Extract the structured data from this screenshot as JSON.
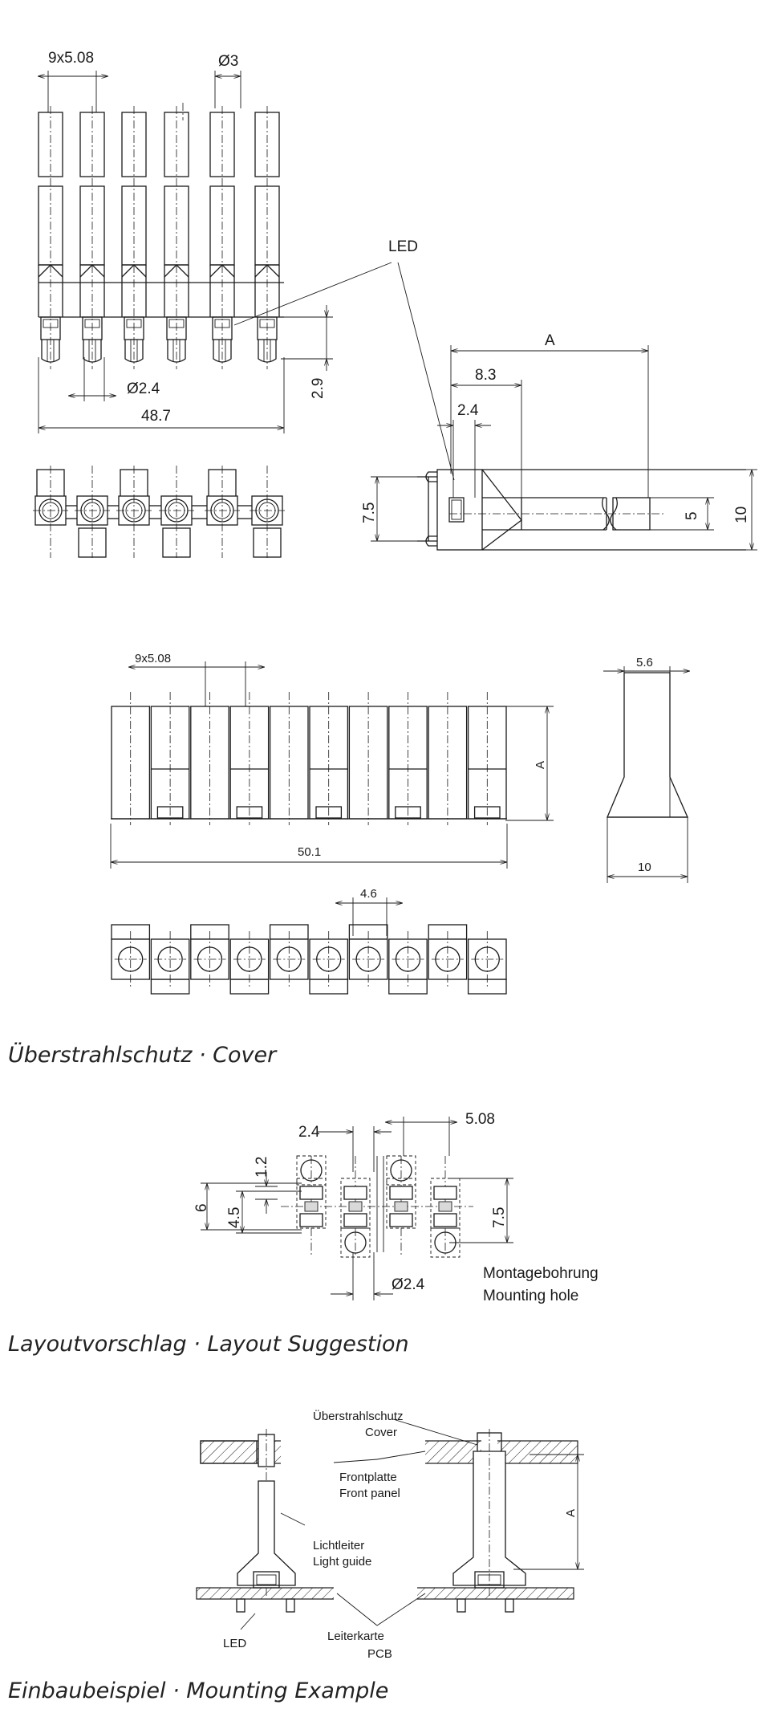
{
  "section_top": {
    "dim_pitch": "9x5.08",
    "dim_diameter": "Ø3",
    "dim_pin_diameter": "Ø2.4",
    "dim_width": "48.7",
    "dim_height_small": "2.9",
    "led_label": "LED",
    "side_dim_a": "A",
    "side_dim_8_3": "8.3",
    "side_dim_2_4": "2.4",
    "side_dim_7_5": "7.5",
    "side_dim_5": "5",
    "side_dim_10": "10"
  },
  "section_cover": {
    "dim_pitch": "9x5.08",
    "dim_width": "50.1",
    "dim_a": "A",
    "dim_5_6": "5.6",
    "dim_10": "10",
    "dim_4_6": "4.6",
    "caption": "Überstrahlschutz · Cover"
  },
  "section_layout": {
    "dim_2_4": "2.4",
    "dim_5_08": "5.08",
    "dim_1_2": "1.2",
    "dim_6": "6",
    "dim_4_5": "4.5",
    "dim_7_5": "7.5",
    "dim_hole": "Ø2.4",
    "note_de": "Montagebohrung",
    "note_en": "Mounting hole",
    "caption": "Layoutvorschlag · Layout Suggestion"
  },
  "section_mounting": {
    "cover_de": "Überstrahlschutz",
    "cover_en": "Cover",
    "panel_de": "Frontplatte",
    "panel_en": "Front panel",
    "guide_de": "Lichtleiter",
    "guide_en": "Light guide",
    "led": "LED",
    "pcb_de": "Leiterkarte",
    "pcb_en": "PCB",
    "dim_a": "A",
    "caption": "Einbaubeispiel · Mounting Example"
  }
}
